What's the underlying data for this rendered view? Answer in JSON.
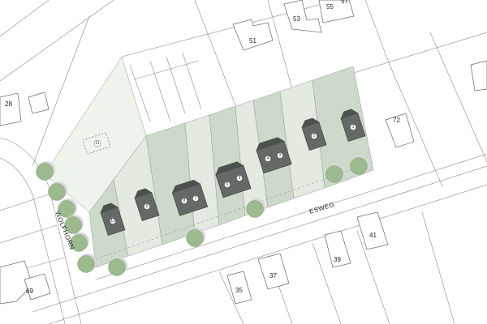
{
  "title": "Site plan – Esweg / Wolfhorn",
  "streets": [
    {
      "id": "esweg",
      "label": "ESWEG"
    },
    {
      "id": "wolfhorn",
      "label": "WOLFHORN"
    }
  ],
  "existing_house_numbers": [
    "28",
    "51",
    "53",
    "55",
    "57",
    "72",
    "41",
    "39",
    "37",
    "35",
    "69"
  ],
  "new_houses": [
    "1",
    "2",
    "3",
    "4",
    "5",
    "6",
    "7",
    "8",
    "9",
    "10"
  ],
  "open_plot_label": "11",
  "colors": {
    "lot_light": "#e3ebe1",
    "lot_dark": "#cdd9cb",
    "open_plot": "#eef3ec",
    "roof": "#5e6560",
    "tree": "#9cb98f",
    "lines": "#8a8a8a"
  }
}
